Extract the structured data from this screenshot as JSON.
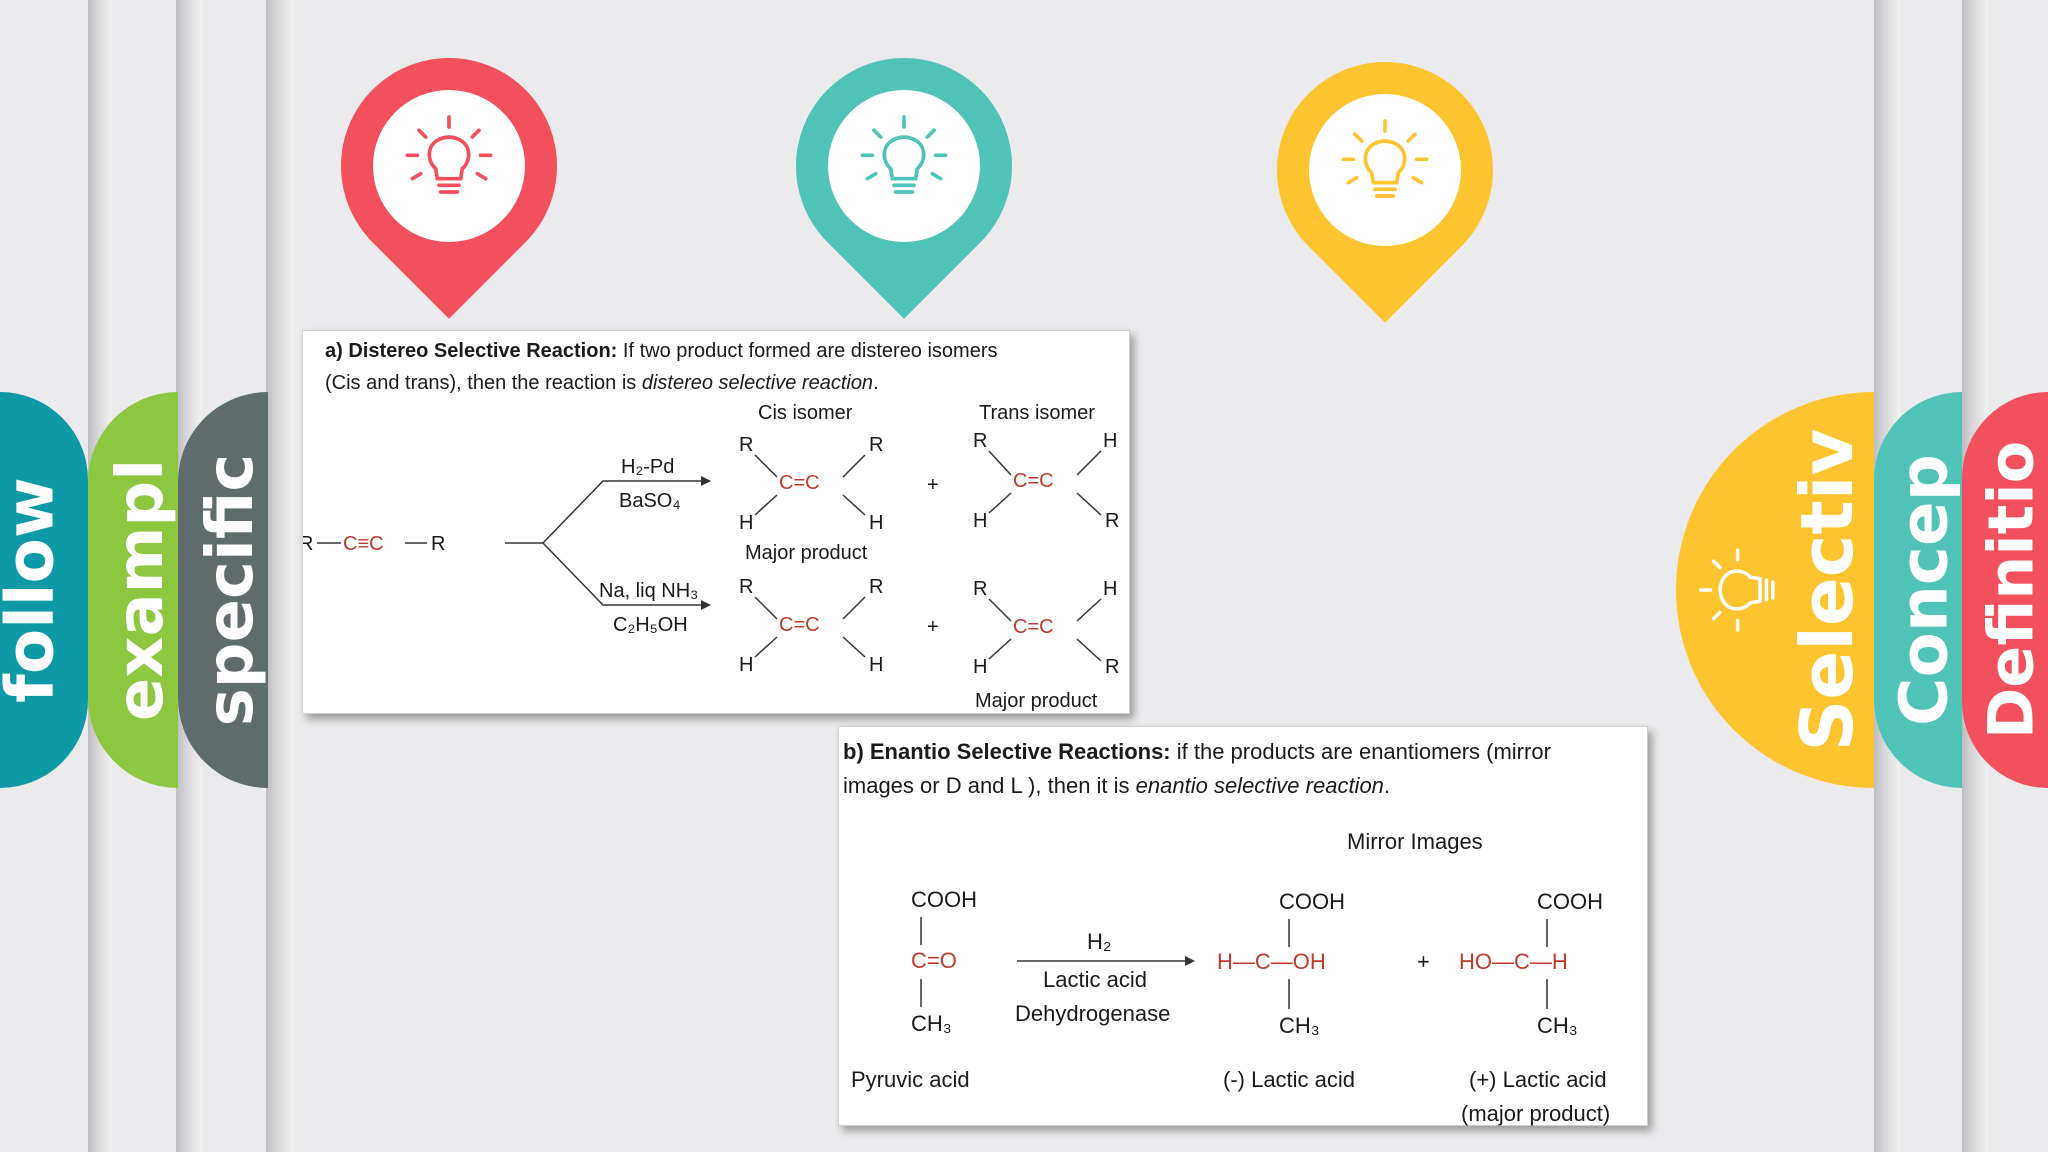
{
  "left_tabs": [
    {
      "label": "follow",
      "color": "#0d9aa6"
    },
    {
      "label": "exampl",
      "color": "#8dc63f"
    },
    {
      "label": "specific",
      "color": "#5e6d6b"
    }
  ],
  "right_tabs": [
    {
      "label": "Selectiv",
      "color": "#fdc42f",
      "icon": "lightbulb-icon"
    },
    {
      "label": "Concep",
      "color": "#4fc3b8"
    },
    {
      "label": "Definitio",
      "color": "#f2505d"
    }
  ],
  "pins": [
    {
      "color": "#f2505d",
      "icon": "lightbulb-icon"
    },
    {
      "color": "#4fc3b8",
      "icon": "lightbulb-icon"
    },
    {
      "color": "#fdc42f",
      "icon": "lightbulb-icon"
    }
  ],
  "card_a": {
    "title_bold": "a) Distereo Selective Reaction:",
    "title_rest": " If two product formed are distereo isomers",
    "line2_plain": "(Cis and trans), then the reaction is ",
    "line2_italic": "distereo selective reaction",
    "line2_end": ".",
    "cis_isomer": "Cis isomer",
    "trans_isomer": "Trans isomer",
    "reactant_left": "R",
    "reactant_core": "C≡C",
    "reactant_right": "R",
    "reagent1_top": "H₂-Pd",
    "reagent1_bottom": "BaSO₄",
    "reagent2_top": "Na, liq NH₃",
    "reagent2_bottom": "C₂H₅OH",
    "major_product_1": "Major product",
    "major_product_2": "Major product",
    "plus": "+",
    "atom_r": "R",
    "atom_h": "H",
    "double_bond": "C=C"
  },
  "card_b": {
    "title_bold": "b) Enantio Selective Reactions:",
    "title_rest": " if the products are enantiomers (mirror",
    "line2_plain": "images or D and L ), then it is ",
    "line2_italic": "enantio selective reaction",
    "line2_end": ".",
    "mirror_images": "Mirror Images",
    "cooh": "COOH",
    "ch3": "CH₃",
    "carbonyl": "C=O",
    "h2": "H₂",
    "enzyme_1": "Lactic acid",
    "enzyme_2": "Dehydrogenase",
    "minus_left": "H—C—OH",
    "plus_right": "HO—C—H",
    "plus": "+",
    "pyruvic": "Pyruvic acid",
    "minus_lactic": "(-) Lactic acid",
    "plus_lactic": "(+) Lactic acid",
    "major_product": "(major product)"
  }
}
